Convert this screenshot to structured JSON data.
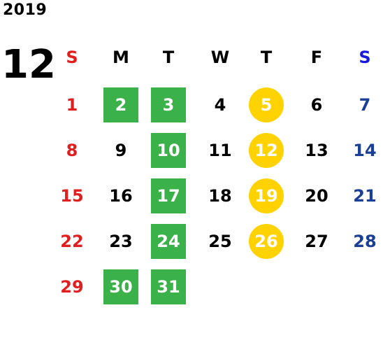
{
  "calendar": {
    "year": "2019",
    "month": "12",
    "weekday_headers": [
      "S",
      "M",
      "T",
      "W",
      "T",
      "F",
      "S"
    ],
    "colors": {
      "sunday": "#e02020",
      "saturday": "#1a3f96",
      "saturday_header": "#1a1adf",
      "weekday": "#000000",
      "green_highlight": "#3bb14a",
      "yellow_highlight": "#ffd200",
      "highlight_text": "#ffffff"
    },
    "weeks": [
      [
        {
          "label": "1",
          "highlight": ""
        },
        {
          "label": "2",
          "highlight": "green"
        },
        {
          "label": "3",
          "highlight": "green"
        },
        {
          "label": "4",
          "highlight": ""
        },
        {
          "label": "5",
          "highlight": "yellow"
        },
        {
          "label": "6",
          "highlight": ""
        },
        {
          "label": "7",
          "highlight": ""
        }
      ],
      [
        {
          "label": "8",
          "highlight": ""
        },
        {
          "label": "9",
          "highlight": ""
        },
        {
          "label": "10",
          "highlight": "green"
        },
        {
          "label": "11",
          "highlight": ""
        },
        {
          "label": "12",
          "highlight": "yellow"
        },
        {
          "label": "13",
          "highlight": ""
        },
        {
          "label": "14",
          "highlight": ""
        }
      ],
      [
        {
          "label": "15",
          "highlight": ""
        },
        {
          "label": "16",
          "highlight": ""
        },
        {
          "label": "17",
          "highlight": "green"
        },
        {
          "label": "18",
          "highlight": ""
        },
        {
          "label": "19",
          "highlight": "yellow"
        },
        {
          "label": "20",
          "highlight": ""
        },
        {
          "label": "21",
          "highlight": ""
        }
      ],
      [
        {
          "label": "22",
          "highlight": ""
        },
        {
          "label": "23",
          "highlight": ""
        },
        {
          "label": "24",
          "highlight": "green"
        },
        {
          "label": "25",
          "highlight": ""
        },
        {
          "label": "26",
          "highlight": "yellow"
        },
        {
          "label": "27",
          "highlight": ""
        },
        {
          "label": "28",
          "highlight": ""
        }
      ],
      [
        {
          "label": "29",
          "highlight": ""
        },
        {
          "label": "30",
          "highlight": "green"
        },
        {
          "label": "31",
          "highlight": "green"
        }
      ]
    ]
  }
}
